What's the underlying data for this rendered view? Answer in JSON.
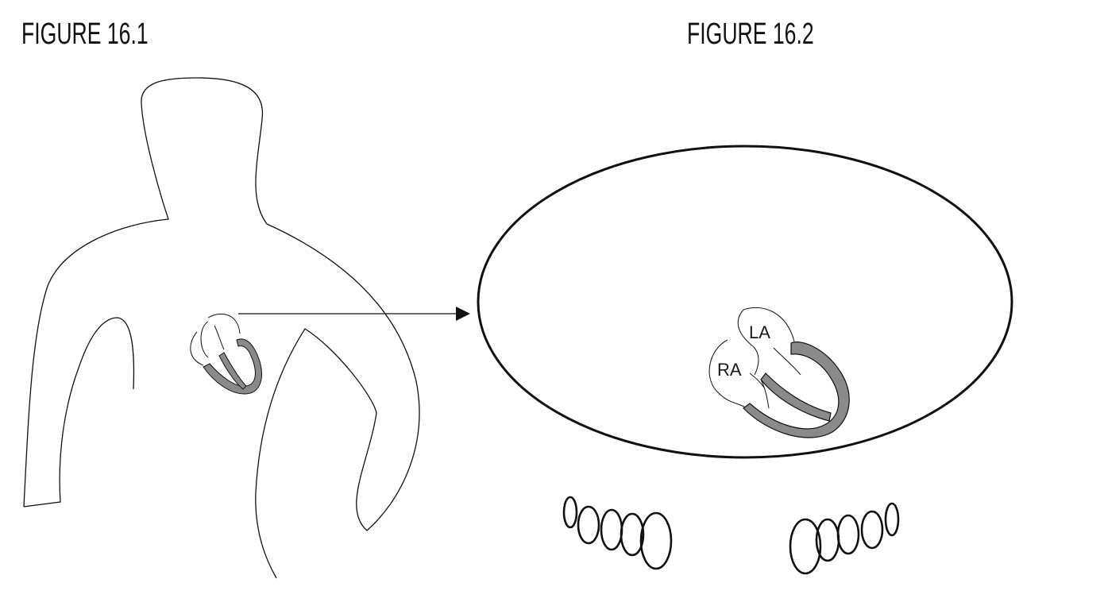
{
  "figures": {
    "left": {
      "title": "FIGURE 16.1"
    },
    "right": {
      "title": "FIGURE 16.2",
      "labels": {
        "left_atrium": "LA",
        "right_atrium": "RA"
      }
    }
  },
  "colors": {
    "outline": "#111111",
    "myocardium_fill": "#8a8a8a",
    "background": "#ffffff"
  }
}
